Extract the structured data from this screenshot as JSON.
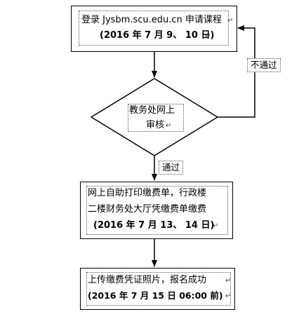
{
  "nodes": {
    "register": {
      "line1": "登录 Jysbm.scu.edu.cn 申请课程",
      "line2": "(2016 年 7 月 9、 10 日)"
    },
    "review": {
      "line1": "教务处网上",
      "line2": "审核"
    },
    "payment": {
      "line1": "网上自助打印缴费单，行政楼",
      "line2": "二楼财务处大厅凭缴费单缴费",
      "line3": "(2016 年 7 月 13、 14 日)"
    },
    "upload": {
      "line1": "上传缴费凭证照片，报名成功",
      "line2": "(2016 年 7 月 15 日 06:00 前)"
    }
  },
  "edges": {
    "fail_label": "不通过",
    "pass_label": "通过"
  },
  "paragraph_mark": "↵"
}
